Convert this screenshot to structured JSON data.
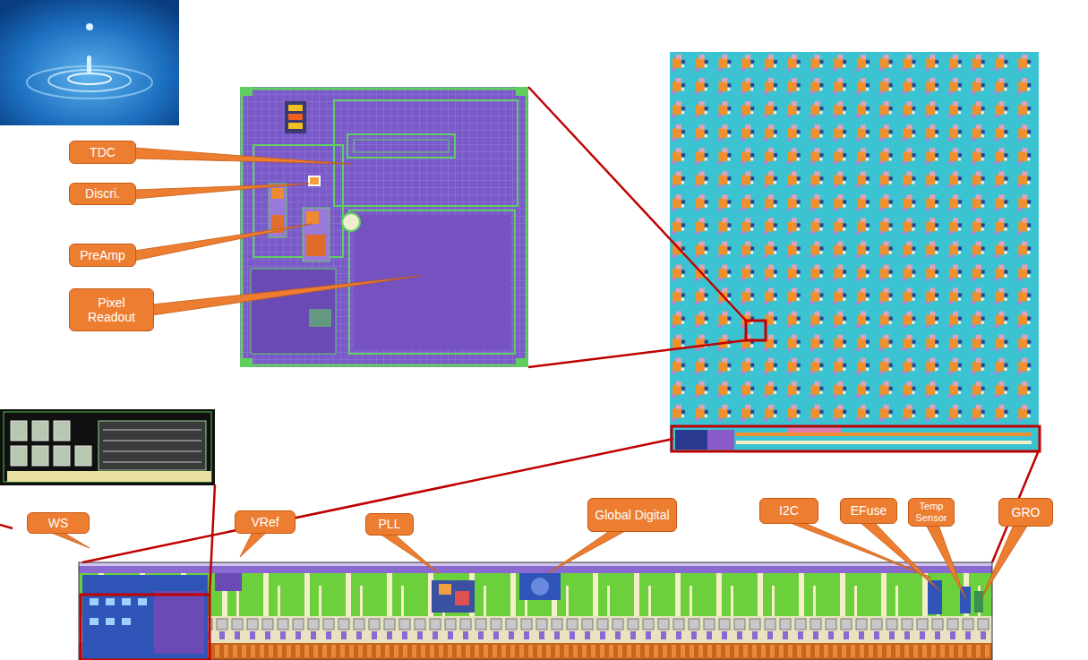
{
  "diagram": {
    "nodes": [
      {
        "text": [
          "TDC"
        ]
      },
      {
        "text": [
          "Discri."
        ]
      },
      {
        "text": [
          "PreAmp"
        ]
      },
      {
        "text": [
          "Pixel Readout"
        ]
      },
      {
        "text": [
          "WS"
        ]
      },
      {
        "text": [
          "VRef"
        ]
      },
      {
        "text": [
          "PLL"
        ]
      },
      {
        "text": [
          "Global Digital"
        ]
      },
      {
        "text": [
          "I2C"
        ]
      },
      {
        "text": [
          "EFuse"
        ]
      },
      {
        "text": [
          "Temp Sensor"
        ]
      },
      {
        "text": [
          "GRO"
        ]
      }
    ]
  }
}
